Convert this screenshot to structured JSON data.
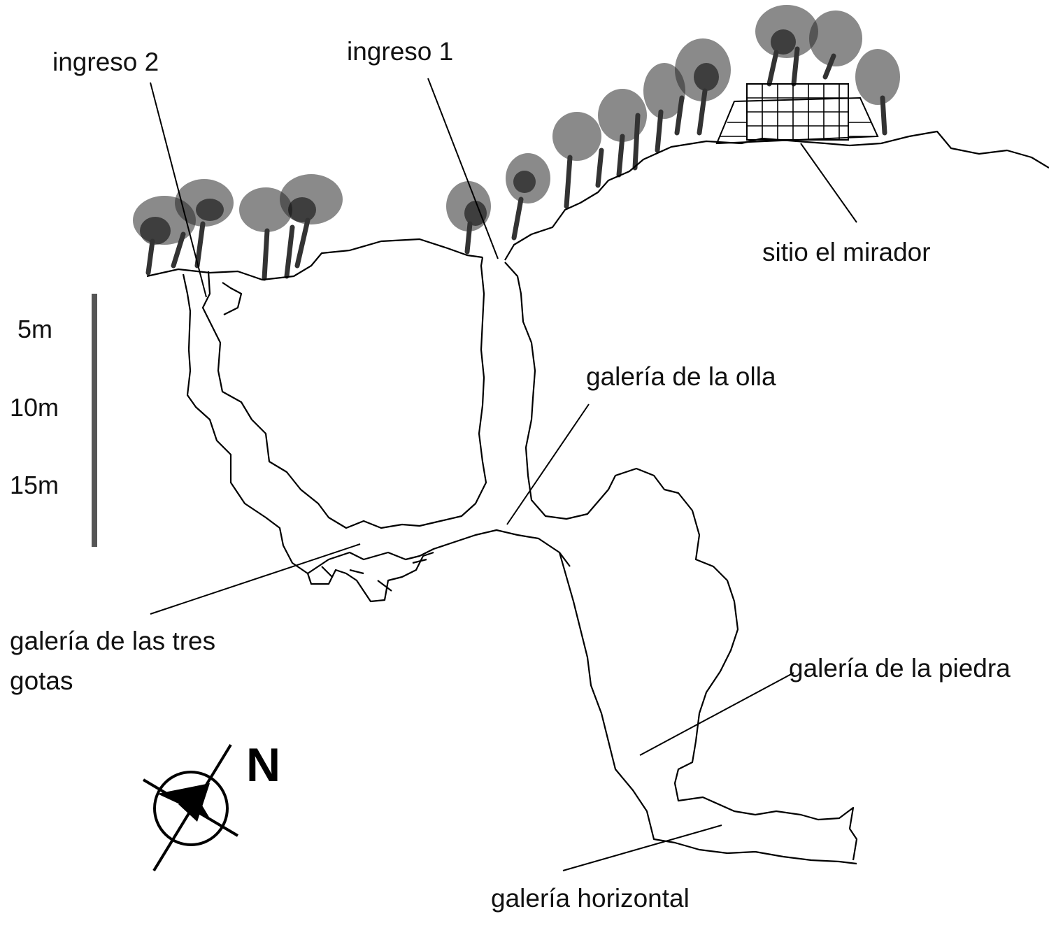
{
  "labels": {
    "ingreso_2": "ingreso 2",
    "ingreso_1": "ingreso 1",
    "sitio_el_mirador": "sitio el mirador",
    "galeria_de_la_olla": "galería de la olla",
    "galeria_de_las_tres_gotas_line1": "galería de las tres",
    "galeria_de_las_tres_gotas_line2": "gotas",
    "galeria_de_la_piedra": "galería de la piedra",
    "galeria_horizontal": "galería horizontal"
  },
  "scale_bar": {
    "ticks": [
      "5m",
      "10m",
      "15m"
    ],
    "color": "#555555"
  },
  "north_arrow": {
    "label": "N"
  },
  "colors": {
    "ink": "#000000",
    "vegetation": "#2a2a2a",
    "background": "#ffffff"
  }
}
